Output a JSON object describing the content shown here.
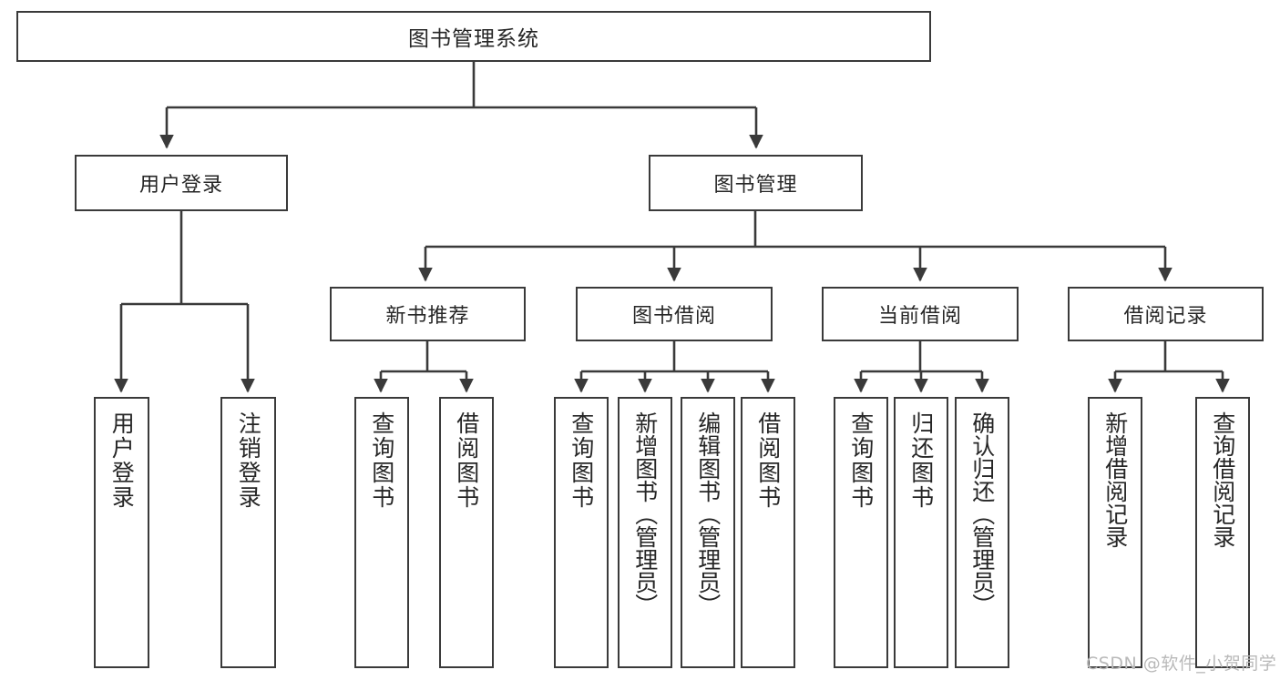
{
  "diagram": {
    "title": "图书管理系统",
    "type": "function-structure-tree",
    "watermark": "CSDN @软件_小贺同学",
    "colors": {
      "stroke": "#3a3a3a",
      "fill": "#ffffff",
      "text": "#262626",
      "watermark": "#b9b9b9"
    },
    "root": {
      "label": "图书管理系统"
    },
    "level1": [
      {
        "label": "用户登录"
      },
      {
        "label": "图书管理"
      }
    ],
    "level2": [
      {
        "label": "新书推荐"
      },
      {
        "label": "图书借阅"
      },
      {
        "label": "当前借阅"
      },
      {
        "label": "借阅记录"
      }
    ],
    "leaves": {
      "user_login": [
        {
          "label": "用户登录"
        },
        {
          "label": "注销登录"
        }
      ],
      "new_book": [
        {
          "label": "查询图书"
        },
        {
          "label": "借阅图书"
        }
      ],
      "book_borrow": [
        {
          "label": "查询图书"
        },
        {
          "label": "新增图书（管理员）"
        },
        {
          "label": "编辑图书（管理员）"
        },
        {
          "label": "借阅图书"
        }
      ],
      "current_borrow": [
        {
          "label": "查询图书"
        },
        {
          "label": "归还图书"
        },
        {
          "label": "确认归还（管理员）"
        }
      ],
      "borrow_record": [
        {
          "label": "新增借阅记录"
        },
        {
          "label": "查询借阅记录"
        }
      ]
    }
  }
}
